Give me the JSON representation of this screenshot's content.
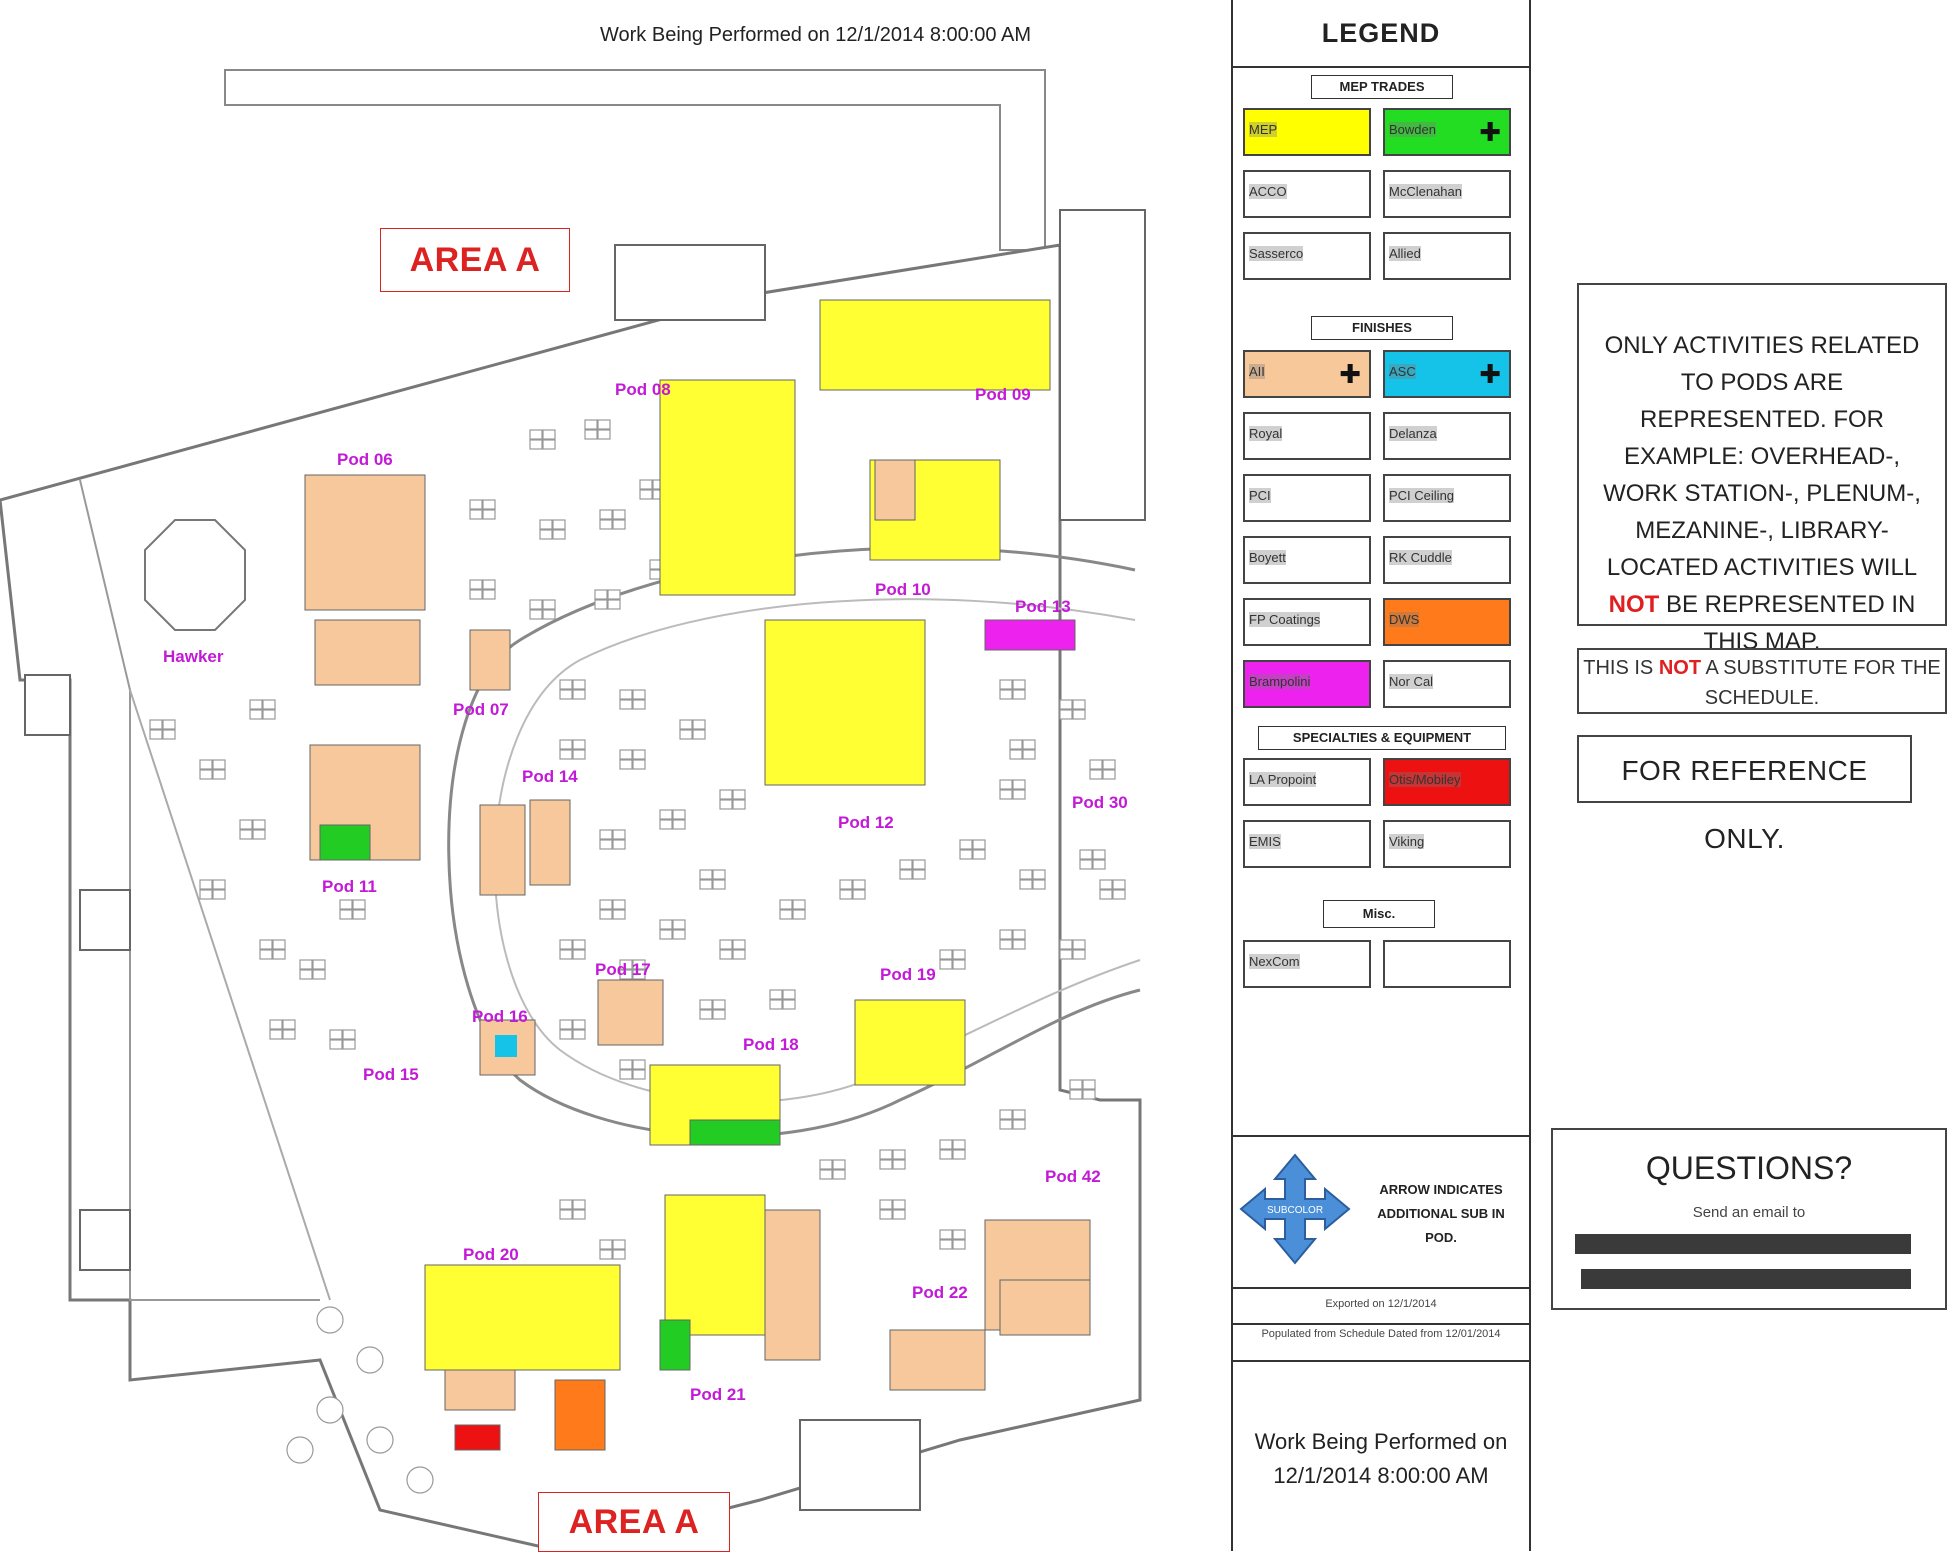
{
  "header": {
    "title": "Work Being Performed on 12/1/2014 8:00:00 AM"
  },
  "map": {
    "area_labels": [
      "AREA A",
      "AREA A"
    ],
    "pods": [
      {
        "label": "Pod 08",
        "fill": "#ffff33"
      },
      {
        "label": "Pod 09",
        "fill": "#ffff33"
      },
      {
        "label": "Pod 06",
        "fill": "#f6c89c"
      },
      {
        "label": "Hawker",
        "fill": "none"
      },
      {
        "label": "Pod 07",
        "fill": "#f6c89c"
      },
      {
        "label": "Pod 10",
        "fill": "#ffff33"
      },
      {
        "label": "Pod 13",
        "fill": "#ee22ee"
      },
      {
        "label": "Pod 14",
        "fill": "#f6c89c"
      },
      {
        "label": "Pod 12",
        "fill": "#ffff33"
      },
      {
        "label": "Pod 30",
        "fill": "none"
      },
      {
        "label": "Pod 11",
        "fill": "#f6c89c"
      },
      {
        "label": "Pod 17",
        "fill": "#f6c89c"
      },
      {
        "label": "Pod 19",
        "fill": "#ffff33"
      },
      {
        "label": "Pod 16",
        "fill": "#f6c89c"
      },
      {
        "label": "Pod 18",
        "fill": "#ffff33"
      },
      {
        "label": "Pod 15",
        "fill": "none"
      },
      {
        "label": "Pod 42",
        "fill": "#f6c89c"
      },
      {
        "label": "Pod 20",
        "fill": "#ffff33"
      },
      {
        "label": "Pod 22",
        "fill": "#f6c89c"
      },
      {
        "label": "Pod 21",
        "fill": "#ffff33"
      }
    ]
  },
  "legend": {
    "title": "LEGEND",
    "sections": [
      {
        "header": "MEP TRADES",
        "items": [
          {
            "label": "MEP",
            "color": "#ffff00",
            "arrow": false
          },
          {
            "label": "Bowden",
            "color": "#22dd22",
            "arrow": true
          },
          {
            "label": "ACCO",
            "color": "#ffffff",
            "arrow": false
          },
          {
            "label": "McClenahan",
            "color": "#ffffff",
            "arrow": false
          },
          {
            "label": "Sasserco",
            "color": "#ffffff",
            "arrow": false
          },
          {
            "label": "Allied",
            "color": "#ffffff",
            "arrow": false
          }
        ]
      },
      {
        "header": "FINISHES",
        "items": [
          {
            "label": "AII",
            "color": "#f7c89a",
            "arrow": true
          },
          {
            "label": "ASC",
            "color": "#16c3e8",
            "arrow": true
          },
          {
            "label": "Royal",
            "color": "#ffffff",
            "arrow": false
          },
          {
            "label": "Delanza",
            "color": "#ffffff",
            "arrow": false
          },
          {
            "label": "PCI",
            "color": "#ffffff",
            "arrow": false
          },
          {
            "label": "PCI Ceiling",
            "color": "#ffffff",
            "arrow": false
          },
          {
            "label": "Boyett",
            "color": "#ffffff",
            "arrow": false
          },
          {
            "label": "RK Cuddle",
            "color": "#ffffff",
            "arrow": false
          },
          {
            "label": "FP Coatings",
            "color": "#ffffff",
            "arrow": false
          },
          {
            "label": "DWS",
            "color": "#ff7a1a",
            "arrow": false
          },
          {
            "label": "Brampolini",
            "color": "#ee22ee",
            "arrow": false
          },
          {
            "label": "Nor Cal",
            "color": "#ffffff",
            "arrow": false
          }
        ]
      },
      {
        "header": "SPECIALTIES & EQUIPMENT",
        "items": [
          {
            "label": "LA Propoint",
            "color": "#ffffff",
            "arrow": false
          },
          {
            "label": "Otis/Mobiley",
            "color": "#ee1111",
            "arrow": false
          },
          {
            "label": "EMIS",
            "color": "#ffffff",
            "arrow": false
          },
          {
            "label": "Viking",
            "color": "#ffffff",
            "arrow": false
          }
        ]
      },
      {
        "header": "Misc.",
        "items": [
          {
            "label": "NexCom",
            "color": "#ffffff",
            "arrow": false
          },
          {
            "label": "",
            "color": "#ffffff",
            "arrow": false
          }
        ]
      }
    ],
    "arrow_note": "ARROW INDICATES ADDITIONAL SUB IN POD.",
    "arrow_icon_label": "SUBCOLOR",
    "exported": "Exported on 12/1/2014",
    "populated": "Populated from Schedule Dated from 12/01/2014",
    "footer": "Work Being Performed on 12/1/2014 8:00:00 AM"
  },
  "notes": {
    "main_before": "ONLY ACTIVITIES RELATED TO PODS ARE REPRESENTED. FOR EXAMPLE: OVERHEAD-, WORK STATION-, PLENUM-, MEZANINE-, LIBRARY-LOCATED ACTIVITIES WILL ",
    "main_not": "NOT",
    "main_after": " BE REPRESENTED IN THIS MAP.",
    "sub_before": "THIS IS ",
    "sub_not": "NOT",
    "sub_after": " A SUBSTITUTE FOR THE SCHEDULE.",
    "reference": "FOR REFERENCE ONLY.",
    "questions_title": "QUESTIONS?",
    "questions_sub": "Send an email to"
  }
}
